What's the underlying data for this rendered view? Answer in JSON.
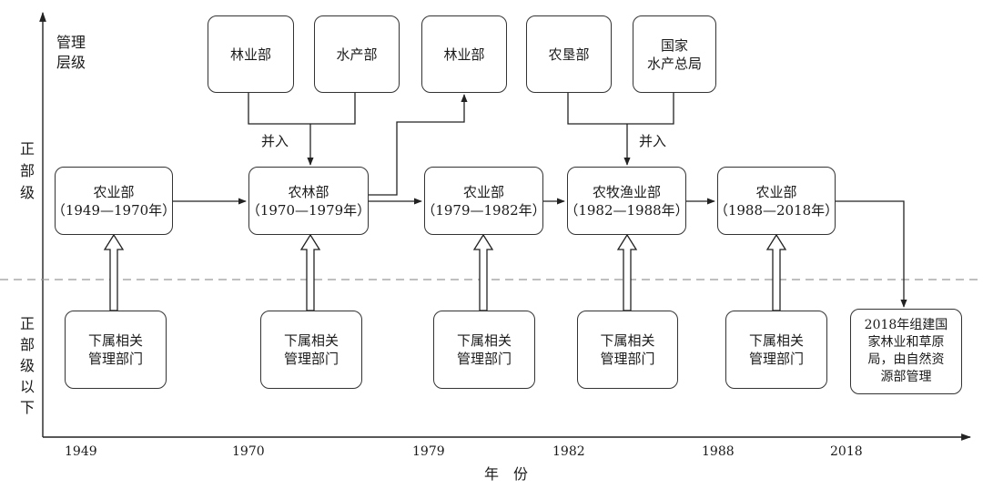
{
  "axis": {
    "y_label_line1": "管理",
    "y_label_line2": "层级",
    "x_label": "年　份",
    "level_upper": [
      "正",
      "部",
      "级"
    ],
    "level_lower": [
      "正",
      "部",
      "级",
      "以",
      "下"
    ]
  },
  "years": [
    "1949",
    "1970",
    "1979",
    "1982",
    "1988",
    "2018"
  ],
  "ministries": [
    {
      "name": "农业部",
      "period": "（1949—1970年）"
    },
    {
      "name": "农林部",
      "period": "（1970—1979年）"
    },
    {
      "name": "农业部",
      "period": "（1979—1982年）"
    },
    {
      "name": "农牧渔业部",
      "period": "（1982—1988年）"
    },
    {
      "name": "农业部",
      "period": "（1988—2018年）"
    }
  ],
  "top_boxes": {
    "forestry_1": "林业部",
    "aquatic": "水产部",
    "forestry_2": "林业部",
    "reclamation": "农垦部",
    "fisheries_line1": "国家",
    "fisheries_line2": "水产总局"
  },
  "merge_label": "并入",
  "sub_department": {
    "line1": "下属相关",
    "line2": "管理部门"
  },
  "final_box": [
    "2018年组建国",
    "家林业和草原",
    "局，由自然资",
    "源部管理"
  ]
}
